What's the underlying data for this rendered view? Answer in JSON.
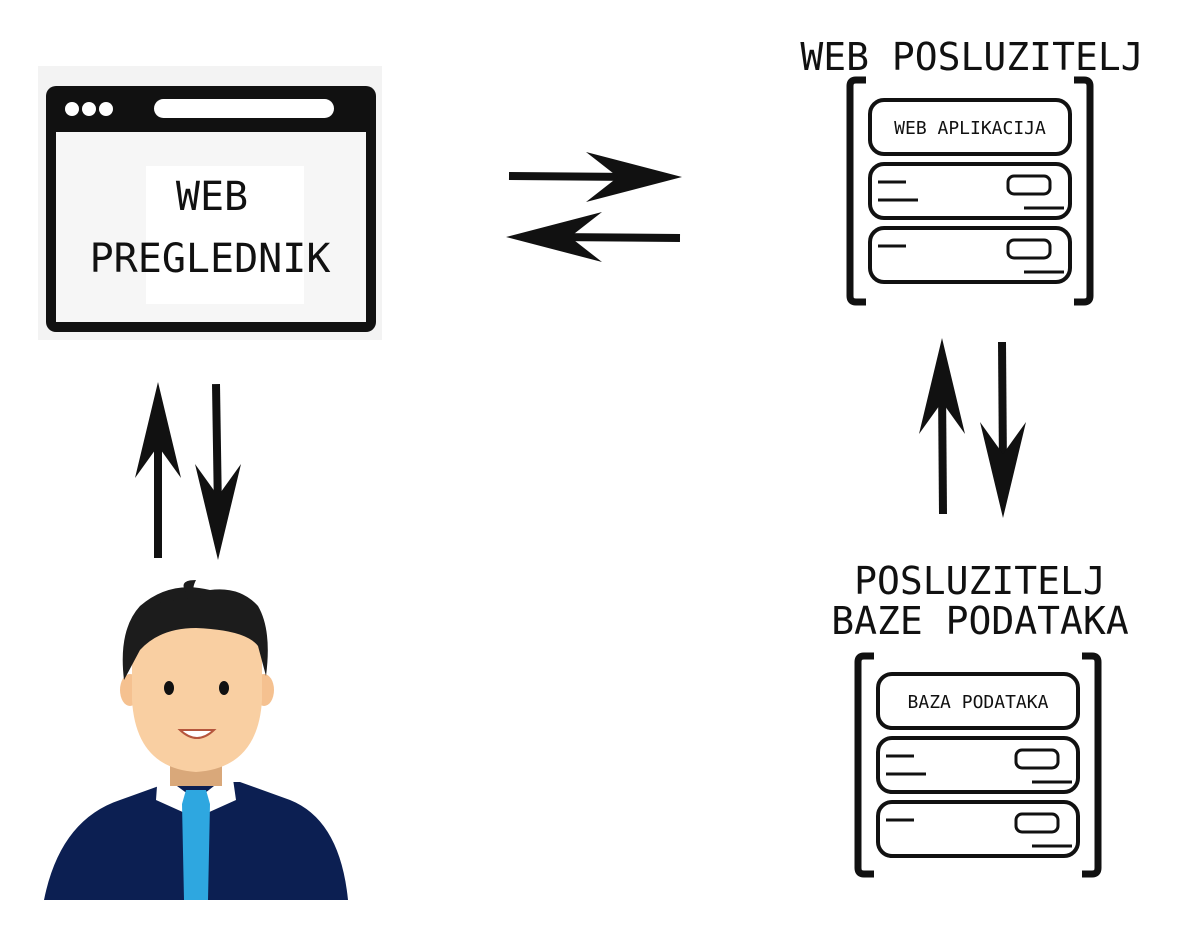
{
  "browser": {
    "label_line1": "WEB",
    "label_line2": "PREGLEDNIK"
  },
  "web_server": {
    "title": "WEB POSLUZITELJ",
    "module_label": "WEB APLIKACIJA"
  },
  "db_server": {
    "title_line1": "POSLUZITELJ",
    "title_line2": "BAZE PODATAKA",
    "module_label": "BAZA PODATAKA"
  },
  "colors": {
    "ink": "#111111",
    "skin": "#f9cfa2",
    "hair": "#1c1c1c",
    "suit": "#0c1f52",
    "tie": "#2ea7e0",
    "neck": "#d9a87a"
  },
  "icons": [
    "browser-window-icon",
    "server-rack-icon",
    "user-avatar-icon",
    "arrow-icon"
  ]
}
